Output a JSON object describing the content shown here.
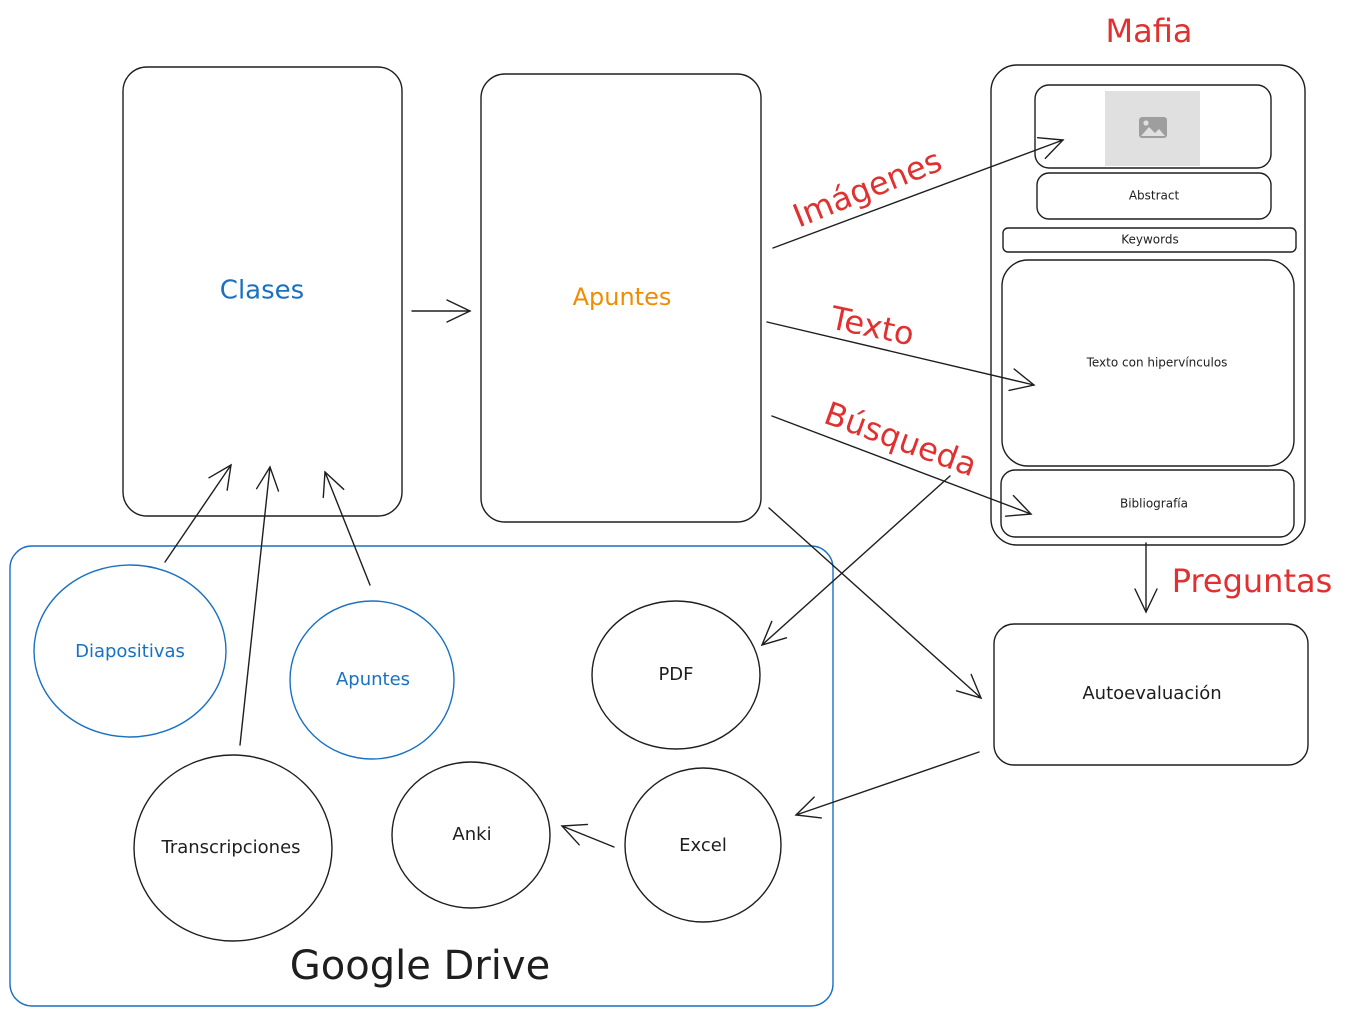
{
  "colors": {
    "ink": "#1e1e1e",
    "blue": "#1971c2",
    "orange": "#f08c00",
    "red": "#e03131",
    "placeholder_bg": "#e0e0e0"
  },
  "boxes": {
    "clases": "Clases",
    "apuntes_main": "Apuntes",
    "autoevaluacion": "Autoevaluación"
  },
  "mafia": {
    "title": "Mafia",
    "image_icon": "image-placeholder-icon",
    "abstract": "Abstract",
    "keywords": "Keywords",
    "texto": "Texto con hipervínculos",
    "bibliografia": "Bibliografía"
  },
  "drive": {
    "title": "Google Drive",
    "nodes": {
      "diapositivas": "Diapositivas",
      "apuntes": "Apuntes",
      "transcripciones": "Transcripciones",
      "pdf": "PDF",
      "anki": "Anki",
      "excel": "Excel"
    }
  },
  "edge_labels": {
    "imagenes": "Imágenes",
    "texto": "Texto",
    "busqueda": "Búsqueda",
    "preguntas": "Preguntas"
  }
}
